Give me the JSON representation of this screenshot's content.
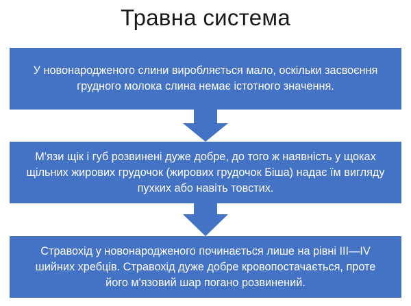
{
  "slide": {
    "title": "Травна система"
  },
  "flowchart": {
    "colors": {
      "box_fill": "#4472c4",
      "arrow_fill": "#4472c4",
      "text": "#ffffff",
      "title_text": "#1a1a1a",
      "background": "#ffffff"
    },
    "steps": [
      {
        "text": "У новонародженого слини виробляється мало, оскільки засвоєння грудного молока слина немає істотного значення."
      },
      {
        "text": "М'язи щік і губ розвинені дуже добре, до того ж наявність у щоках щільних жирових грудочок (жирових грудочок Біша) надає їм вигляду пухких або навіть товстих."
      },
      {
        "text": "Стравохід у новонародженого починається лише на рівні III—IV шийних хребців. Стравохід дуже добре кровопостачається, проте його м'язовий шар погано розвинений."
      }
    ],
    "connectors": [
      {
        "from": 0,
        "to": 1,
        "icon": "down-arrow-icon"
      },
      {
        "from": 1,
        "to": 2,
        "icon": "down-arrow-icon"
      }
    ]
  }
}
